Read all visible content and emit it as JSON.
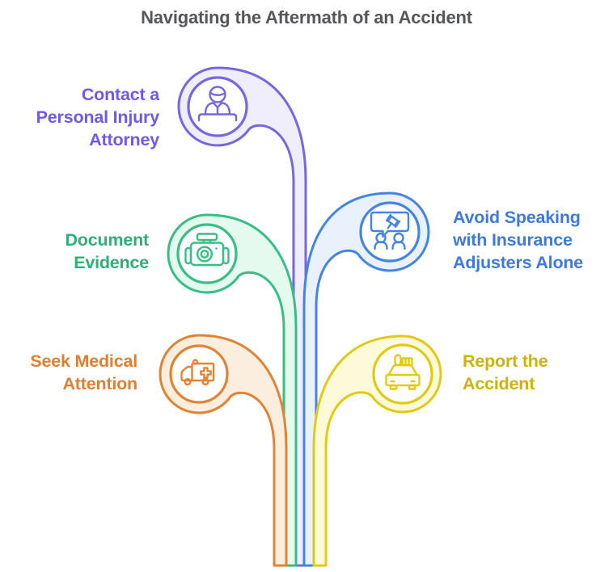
{
  "title": {
    "text": "Navigating the Aftermath of an Accident",
    "color": "#55565A"
  },
  "branches": [
    {
      "id": "attorney",
      "label": "Contact a Personal Injury Attorney",
      "label_lines": [
        "Contact a",
        "Personal Injury",
        "Attorney"
      ],
      "icon": "attorney-at-desk-icon",
      "stroke_color": "#7767DE",
      "fill_color": "#F0EDFC",
      "text_color": "#6F5AE3"
    },
    {
      "id": "insurance",
      "label": "Avoid Speaking with Insurance Adjusters Alone",
      "label_lines": [
        "Avoid Speaking",
        "with Insurance",
        "Adjusters Alone"
      ],
      "icon": "people-gavel-speech-icon",
      "stroke_color": "#4485E2",
      "fill_color": "#E9F1FD",
      "text_color": "#3D7AD9"
    },
    {
      "id": "evidence",
      "label": "Document Evidence",
      "label_lines": [
        "Document",
        "Evidence"
      ],
      "icon": "camera-icon",
      "stroke_color": "#38BE85",
      "fill_color": "#E5FAEF",
      "text_color": "#2FAF78"
    },
    {
      "id": "report",
      "label": "Report the Accident",
      "label_lines": [
        "Report the",
        "Accident"
      ],
      "icon": "car-icon",
      "stroke_color": "#E2CA14",
      "fill_color": "#FDFADA",
      "text_color": "#CBB20D"
    },
    {
      "id": "medical",
      "label": "Seek Medical Attention",
      "label_lines": [
        "Seek Medical",
        "Attention"
      ],
      "icon": "ambulance-icon",
      "stroke_color": "#DF8435",
      "fill_color": "#FCEEDE",
      "text_color": "#DC8134"
    }
  ]
}
